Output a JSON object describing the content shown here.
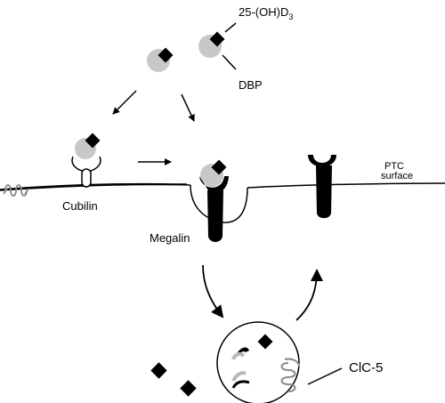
{
  "labels": {
    "vitamin_main": "25-(OH)D",
    "vitamin_sub": "3",
    "dbp": "DBP",
    "ptc_line1": "PTC",
    "ptc_line2": "surface",
    "cubilin": "Cubilin",
    "megalin": "Megalin",
    "clc5": "ClC-5"
  },
  "colors": {
    "stroke": "#000000",
    "dbp_fill": "#c8c8c8",
    "channel_stroke": "#8a8a8a",
    "background": "#ffffff"
  },
  "icons": {
    "vitamin": "black-diamond",
    "dbp": "grey-circle",
    "receptor": "y-shaped-receptor",
    "channel": "coiled-channel"
  }
}
